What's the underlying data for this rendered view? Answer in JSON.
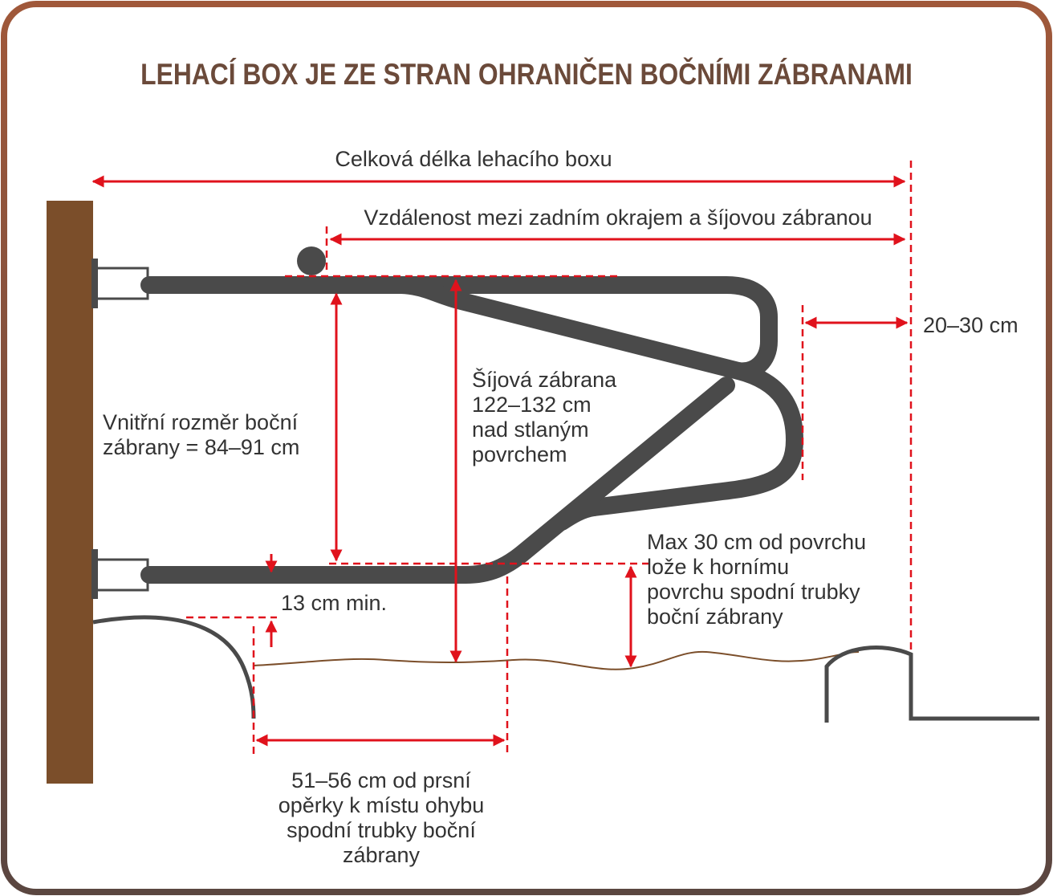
{
  "title": "LEHACÍ BOX JE ZE STRAN OHRANIČEN BOČNÍMI ZÁBRANAMI",
  "labels": {
    "total_length": "Celková délka lehacího boxu",
    "rear_to_neck_distance": "Vzdálenost mezi zadním okrajem a šíjovou zábranou",
    "offset_20_30": "20–30 cm",
    "neck_rail_line1": "Šíjová zábrana",
    "neck_rail_line2": "122–132 cm",
    "neck_rail_line3": "nad stlaným",
    "neck_rail_line4": "povrchem",
    "inner_dim_line1": "Vnitřní rozměr boční",
    "inner_dim_line2": "zábrany = 84–91 cm",
    "min_13": "13 cm min.",
    "max30_line1": "Max 30 cm od povrchu",
    "max30_line2": "lože k hornímu",
    "max30_line3": "povrchu spodní trubky",
    "max30_line4": "boční zábrany",
    "brisket_line1": "51–56 cm od prsní",
    "brisket_line2": "opěrky k místu ohybu",
    "brisket_line3": "spodní trubky boční",
    "brisket_line4": "zábrany"
  },
  "colors": {
    "frame_top": "#a0583a",
    "frame_bottom": "#5a4640",
    "title": "#6b4a3a",
    "pipe": "#4a4a4a",
    "dimension": "#e0121c",
    "wall": "#7b4e2a",
    "bedding": "#7b4e2a",
    "text": "#333333"
  }
}
